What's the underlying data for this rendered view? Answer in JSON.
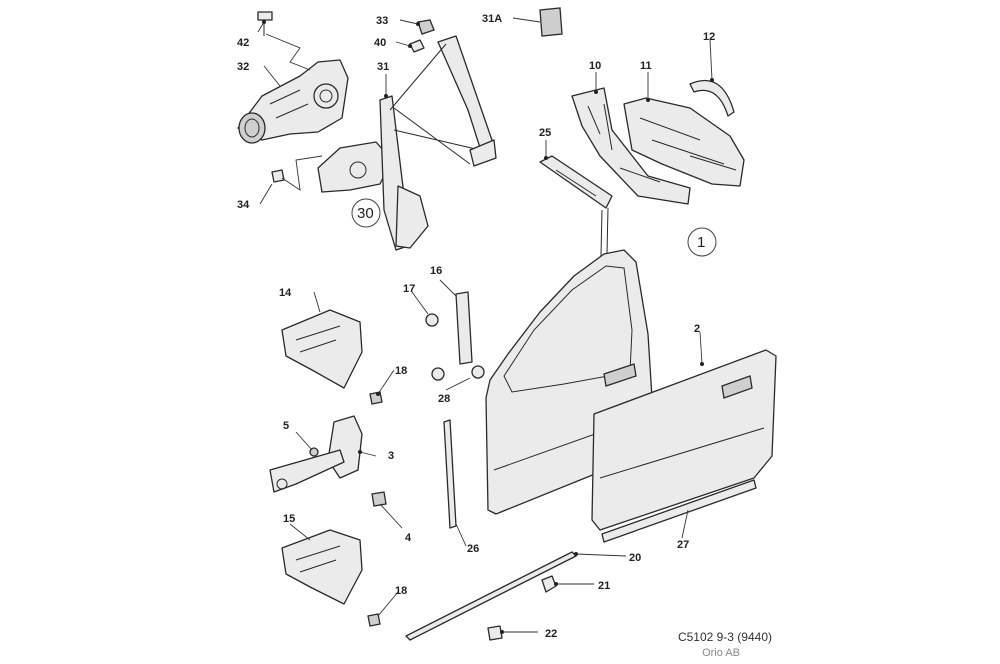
{
  "figure": {
    "callouts": [
      "42",
      "32",
      "34",
      "33",
      "40",
      "31",
      "31A",
      "12",
      "10",
      "11",
      "25",
      "30",
      "1",
      "14",
      "16",
      "17",
      "18",
      "28",
      "2",
      "5",
      "3",
      "4",
      "15",
      "26",
      "27",
      "20",
      "21",
      "22",
      "18"
    ],
    "circled_refs": [
      "30",
      "1"
    ]
  },
  "footer": {
    "code": "C5102 9-3 (9440)",
    "brand": "Orio AB"
  }
}
